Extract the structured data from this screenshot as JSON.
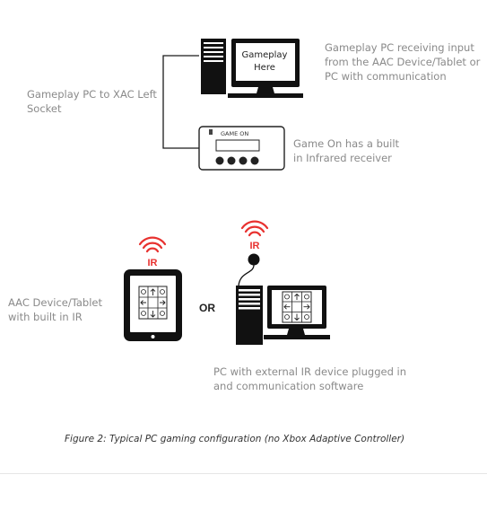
{
  "labels": {
    "gameplay_pc_desc": "Gameplay PC receiving input\nfrom the AAC Device/Tablet or\nPC with communication",
    "xac_socket": "Gameplay PC to XAC Left\nSocket",
    "game_on_desc": "Game On has a built\nin Infrared receiver",
    "aac_device": "AAC Device/Tablet\nwith built in IR",
    "pc_ir_device": "PC with external IR device plugged in\nand communication software",
    "monitor_text": "Gameplay\nHere",
    "or_text": "OR",
    "ir_tablet": "IR",
    "ir_pc": "IR",
    "game_on_logo": "GAME ON"
  },
  "caption": "Figure 2: Typical PC gaming configuration (no Xbox Adaptive Controller)",
  "colors": {
    "ir_red": "#e8312f",
    "label_gray": "#8a8a8a",
    "ink": "#1a1a1a"
  }
}
